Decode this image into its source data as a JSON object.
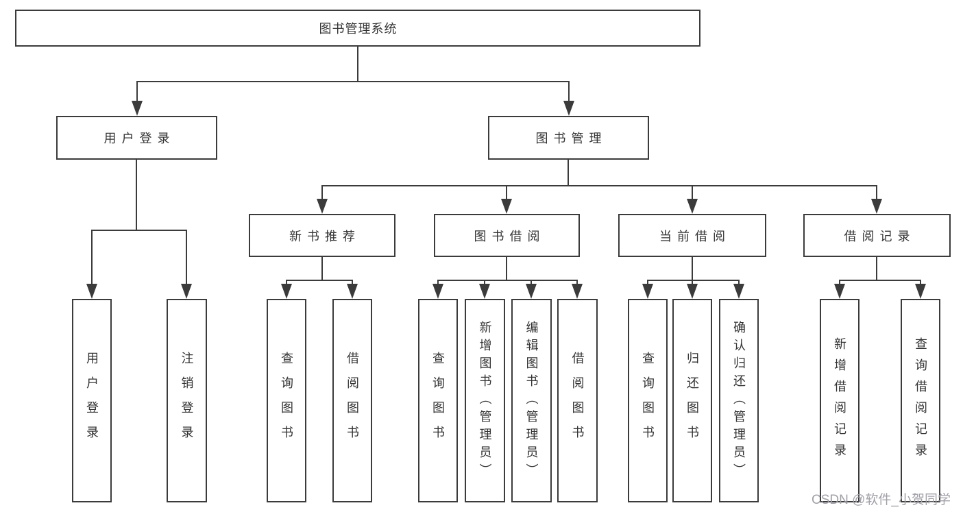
{
  "tree": {
    "root": {
      "label": "图书管理系统"
    },
    "children": [
      {
        "label": "用户登录",
        "children": [
          {
            "label": "用户登录"
          },
          {
            "label": "注销登录"
          }
        ]
      },
      {
        "label": "图书管理",
        "children": [
          {
            "label": "新书推荐",
            "children": [
              {
                "label": "查询图书"
              },
              {
                "label": "借阅图书"
              }
            ]
          },
          {
            "label": "图书借阅",
            "children": [
              {
                "label": "查询图书"
              },
              {
                "label": "新增图书（管理员）"
              },
              {
                "label": "编辑图书（管理员）"
              },
              {
                "label": "借阅图书"
              }
            ]
          },
          {
            "label": "当前借阅",
            "children": [
              {
                "label": "查询图书"
              },
              {
                "label": "归还图书"
              },
              {
                "label": "确认归还（管理员）"
              }
            ]
          },
          {
            "label": "借阅记录",
            "children": [
              {
                "label": "新增借阅记录"
              },
              {
                "label": "查询借阅记录"
              }
            ]
          }
        ]
      }
    ]
  },
  "watermark": "CSDN @软件_小贺同学",
  "colors": {
    "line": "#3b3b3b",
    "text": "#333333",
    "watermark": "#a0a0a8",
    "background": "#ffffff"
  }
}
